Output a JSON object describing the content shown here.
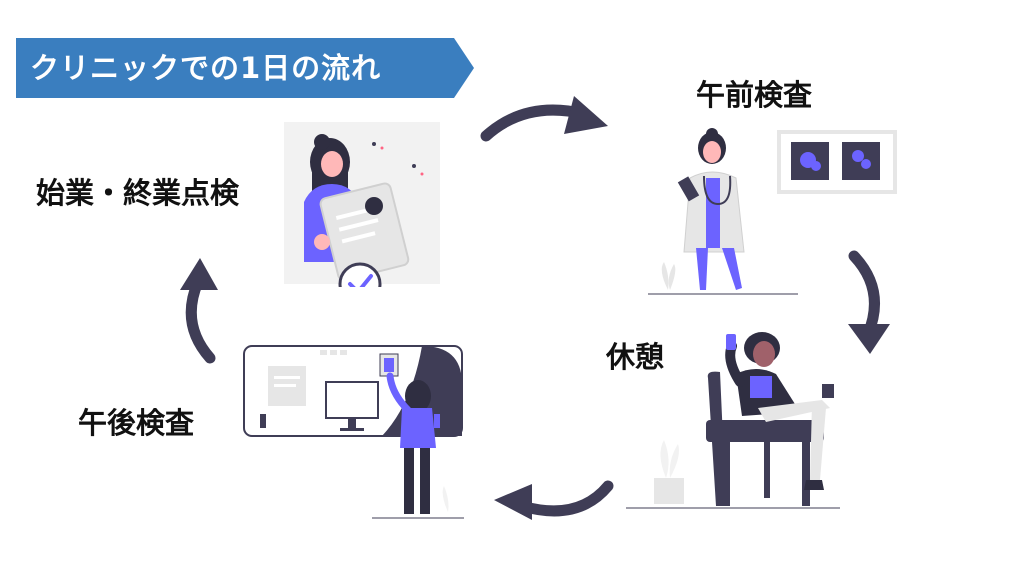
{
  "title": "クリニックでの1日の流れ",
  "steps": {
    "opening": "始業・終業点検",
    "morning": "午前検査",
    "break": "休憩",
    "afternoon": "午後検査"
  },
  "colors": {
    "banner": "#3a7ebf",
    "accent": "#6c63ff",
    "arrow": "#3f3d56",
    "text": "#111111",
    "skin": "#ffb8b8",
    "dark": "#2f2e41"
  },
  "illustrations": {
    "opening": "woman-holding-document-check-icon",
    "morning": "doctor-with-xray-icon",
    "break": "woman-relaxing-in-chair-icon",
    "afternoon": "woman-at-whiteboard-icon"
  }
}
